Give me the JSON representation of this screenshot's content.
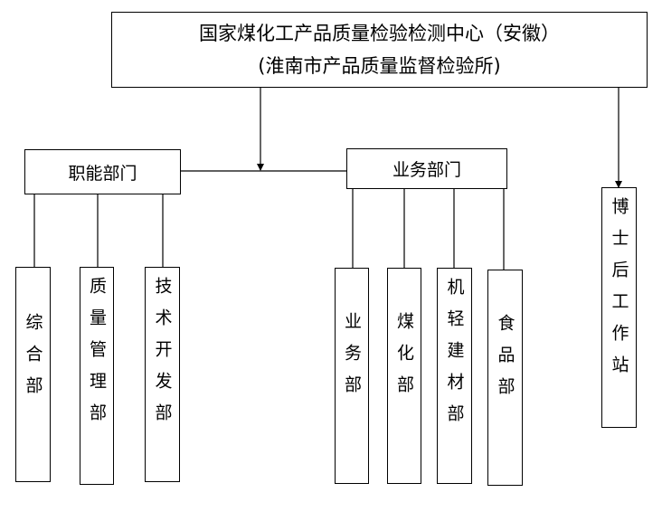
{
  "center": {
    "title": "国家煤化工产品质量检验检测中心（安徽）",
    "subtitle": "(淮南市产品质量监督检验所)"
  },
  "branches": {
    "functional": "职能部门",
    "business": "业务部门",
    "postdoc": "博士后工作站"
  },
  "functional_units": [
    "综合部",
    "质量管理部",
    "技术开发部"
  ],
  "business_units": [
    "业务部",
    "煤化部",
    "机轻建材部",
    "食品部"
  ]
}
